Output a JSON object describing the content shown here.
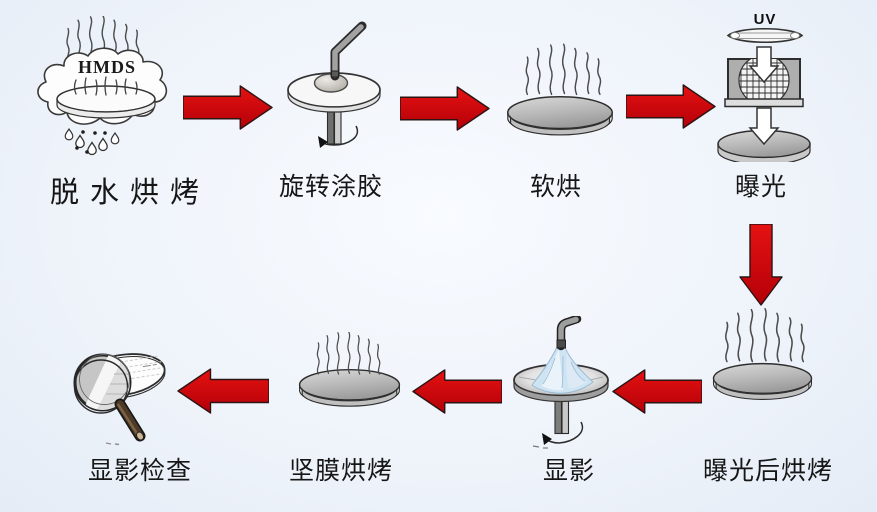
{
  "colors": {
    "background": "#eef3fa",
    "arrow": "#e51212",
    "arrow_dark": "#b30008",
    "outline": "#333333"
  },
  "steps": [
    {
      "id": "dehydration-bake",
      "label": "脱水烘烤",
      "annotation": "HMDS"
    },
    {
      "id": "spin-coating",
      "label": "旋转涂胶"
    },
    {
      "id": "soft-bake",
      "label": "软烘"
    },
    {
      "id": "exposure",
      "label": "曝光",
      "annotation": "UV"
    },
    {
      "id": "post-exposure-bake",
      "label": "曝光后烘烤"
    },
    {
      "id": "development",
      "label": "显影"
    },
    {
      "id": "hard-bake",
      "label": "坚膜烘烤"
    },
    {
      "id": "development-inspection",
      "label": "显影检查"
    }
  ]
}
